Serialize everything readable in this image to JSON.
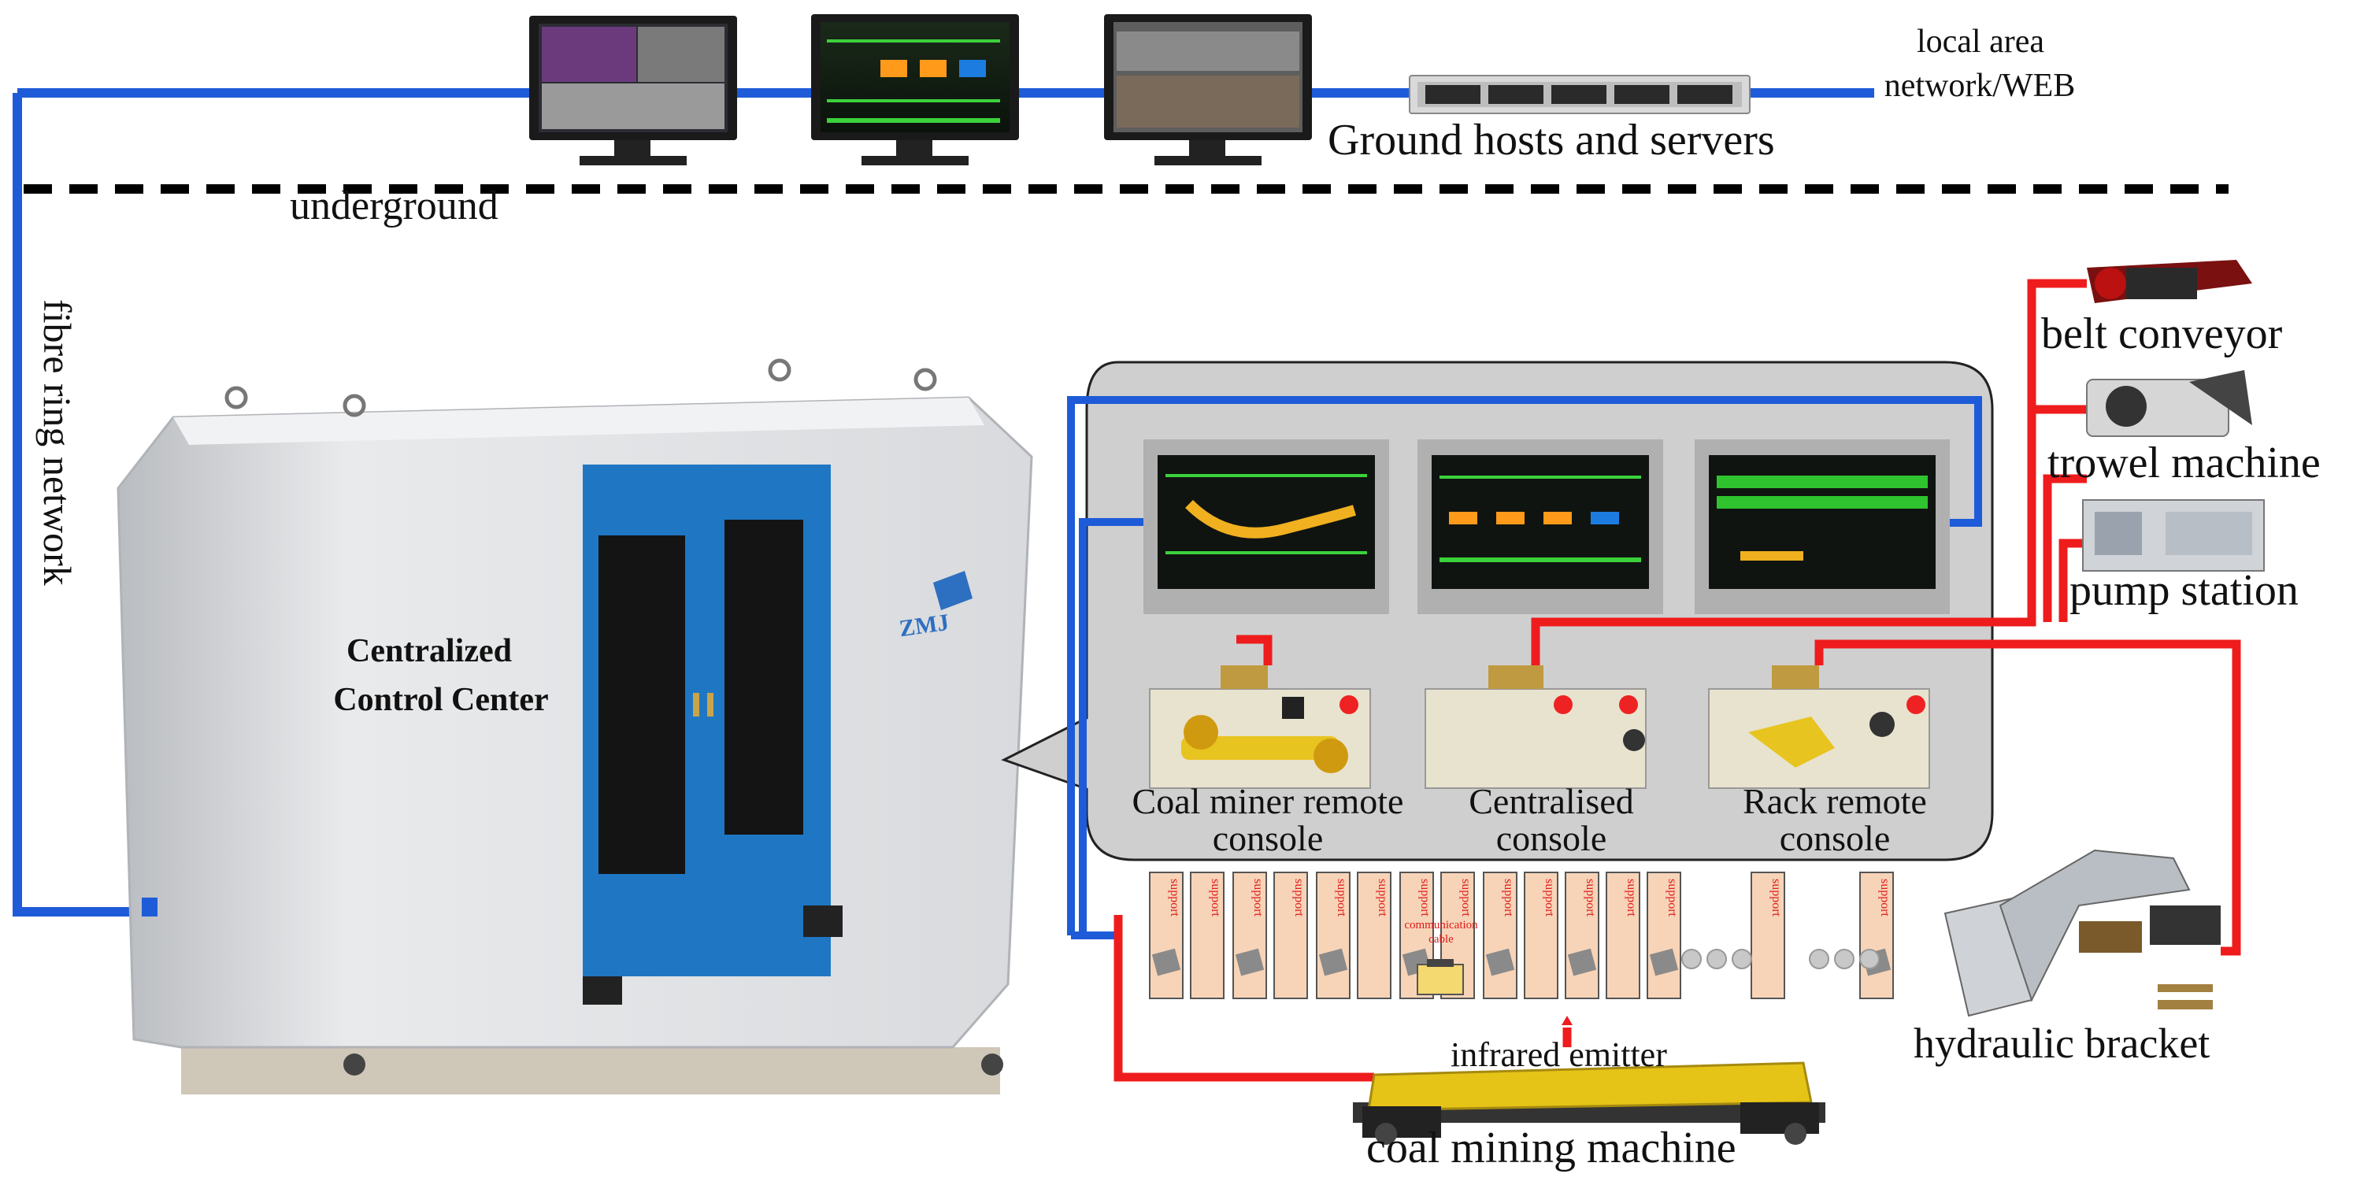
{
  "labels": {
    "local_area_network_line1": "local area",
    "local_area_network_line2": "network/WEB",
    "ground_hosts": "Ground hosts and servers",
    "underground": "underground",
    "fibre_ring": "fibre ring network",
    "control_center_line1": "Centralized",
    "control_center_line2": "Control Center",
    "belt_conveyor": "belt conveyor",
    "trowel_machine": "trowel machine",
    "pump_station": "pump station",
    "coal_console_line1": "Coal miner remote",
    "coal_console_line2": "console",
    "central_console_line1": "Centralised",
    "central_console_line2": "console",
    "rack_console_line1": "Rack remote",
    "rack_console_line2": "console",
    "hydraulic_bracket": "hydraulic bracket",
    "infrared_emitter": "infrared emitter",
    "coal_mining_machine": "coal mining machine",
    "communication_cable_line1": "communication",
    "communication_cable_line2": "cable",
    "logo": "ZMJ",
    "support": "support"
  },
  "colors": {
    "network_blue": "#1e5bd8",
    "power_red": "#ee1c1c",
    "panel_gray": "#cfcfcf",
    "bracket_fill": "#f7d4b8",
    "cabin_blue": "#1f77c4",
    "machine_yellow": "#e6c417"
  }
}
